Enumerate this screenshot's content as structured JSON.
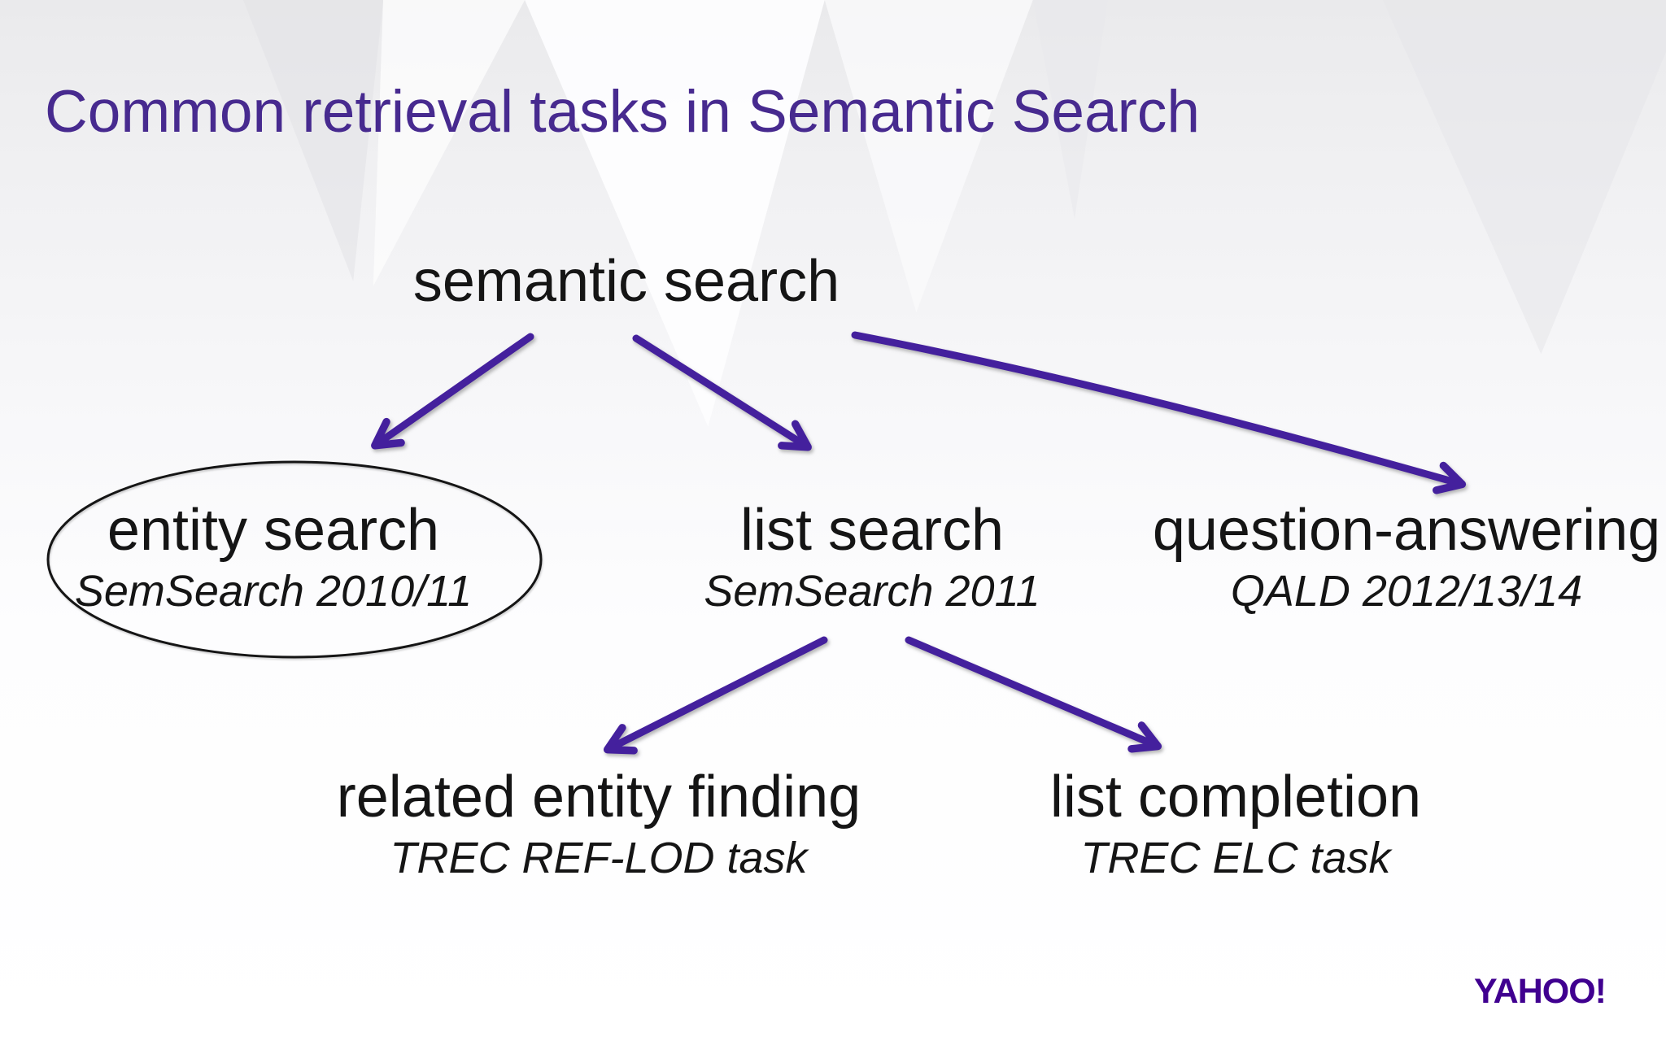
{
  "slide": {
    "title": "Common retrieval tasks in Semantic Search",
    "logo_text": "YAHOO!",
    "colors": {
      "title": "#472a8f",
      "arrow": "#44209d",
      "node_text": "#151515",
      "logo": "#400090",
      "ellipse_stroke": "#151515"
    },
    "diagram": {
      "type": "tree",
      "nodes": [
        {
          "id": "semantic-search",
          "label": "semantic search",
          "sub": "",
          "circled": false
        },
        {
          "id": "entity-search",
          "label": "entity search",
          "sub": "SemSearch 2010/11",
          "circled": true
        },
        {
          "id": "list-search",
          "label": "list search",
          "sub": "SemSearch 2011",
          "circled": false
        },
        {
          "id": "question-answering",
          "label": "question-answering",
          "sub": "QALD 2012/13/14",
          "circled": false
        },
        {
          "id": "related-entity-finding",
          "label": "related entity finding",
          "sub": "TREC REF-LOD task",
          "circled": false
        },
        {
          "id": "list-completion",
          "label": "list completion",
          "sub": "TREC ELC task",
          "circled": false
        }
      ],
      "edges": [
        {
          "from": "semantic-search",
          "to": "entity-search"
        },
        {
          "from": "semantic-search",
          "to": "list-search"
        },
        {
          "from": "semantic-search",
          "to": "question-answering"
        },
        {
          "from": "list-search",
          "to": "related-entity-finding"
        },
        {
          "from": "list-search",
          "to": "list-completion"
        }
      ]
    }
  }
}
